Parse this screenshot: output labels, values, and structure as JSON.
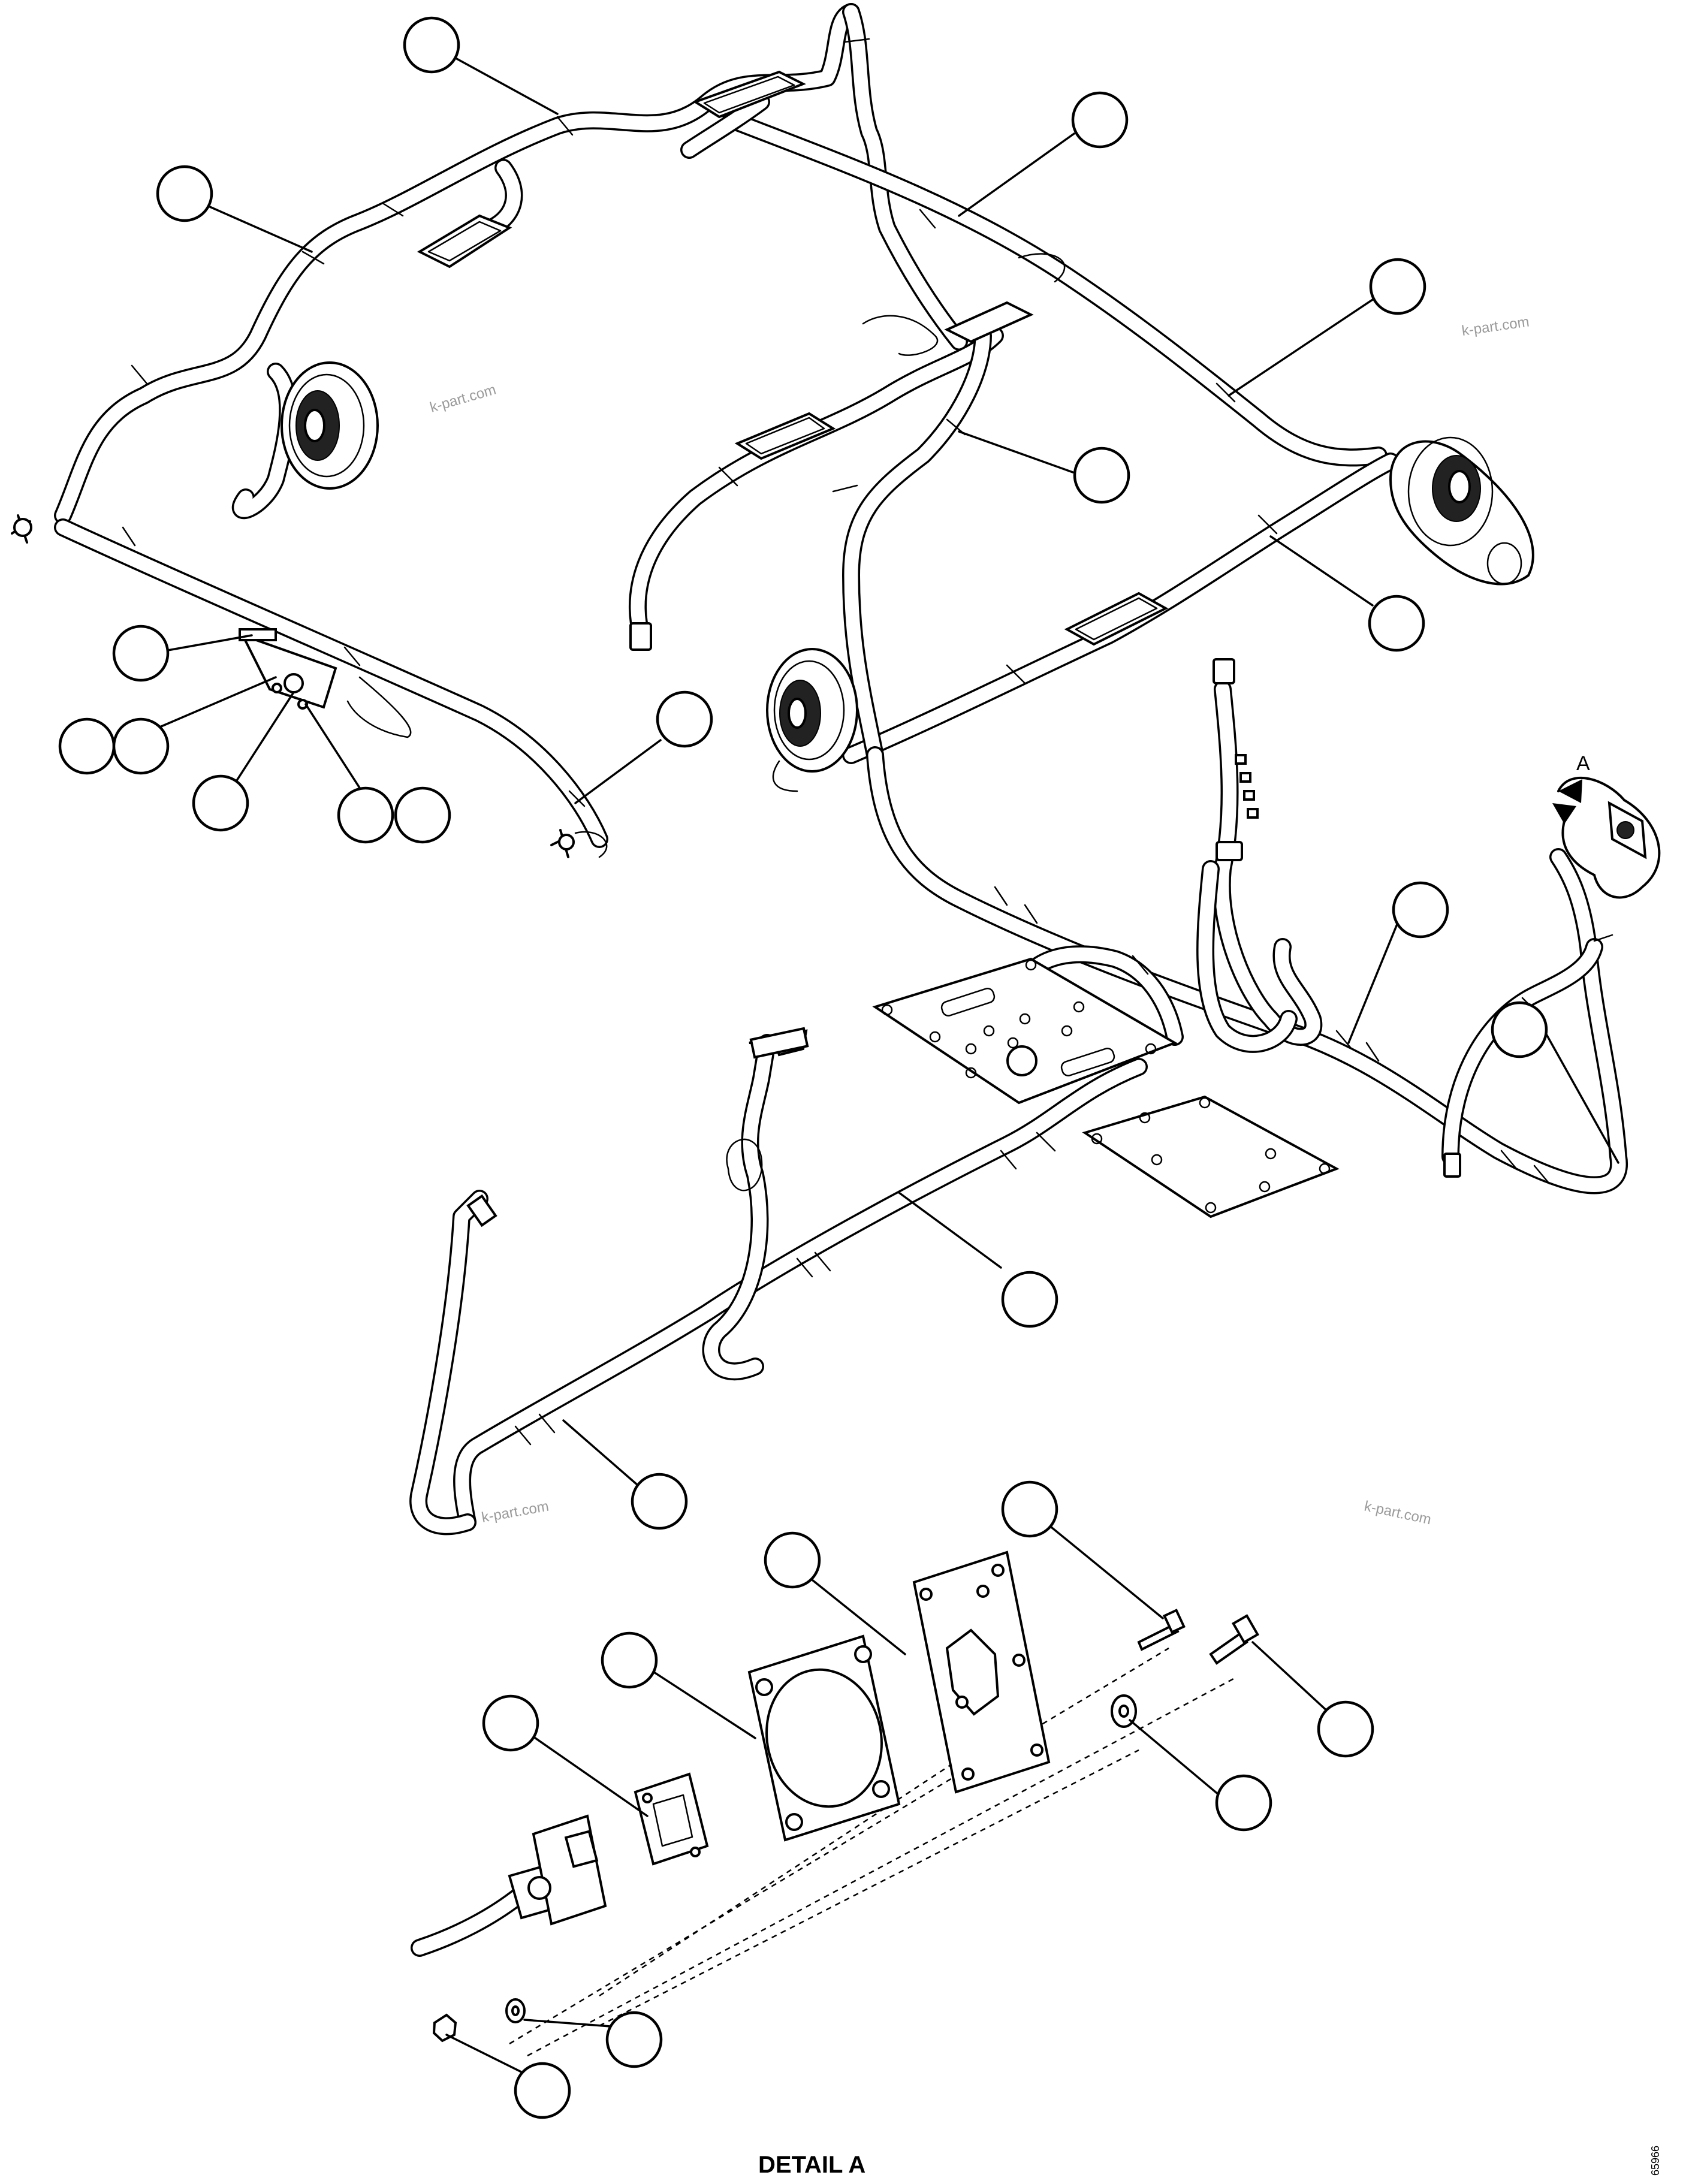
{
  "watermarks": [
    "k-part.com",
    "k-part.com",
    "k-part.com",
    "k-part.com"
  ],
  "view_label": "A",
  "detail_label": "DETAIL A",
  "figure_code": "65966"
}
